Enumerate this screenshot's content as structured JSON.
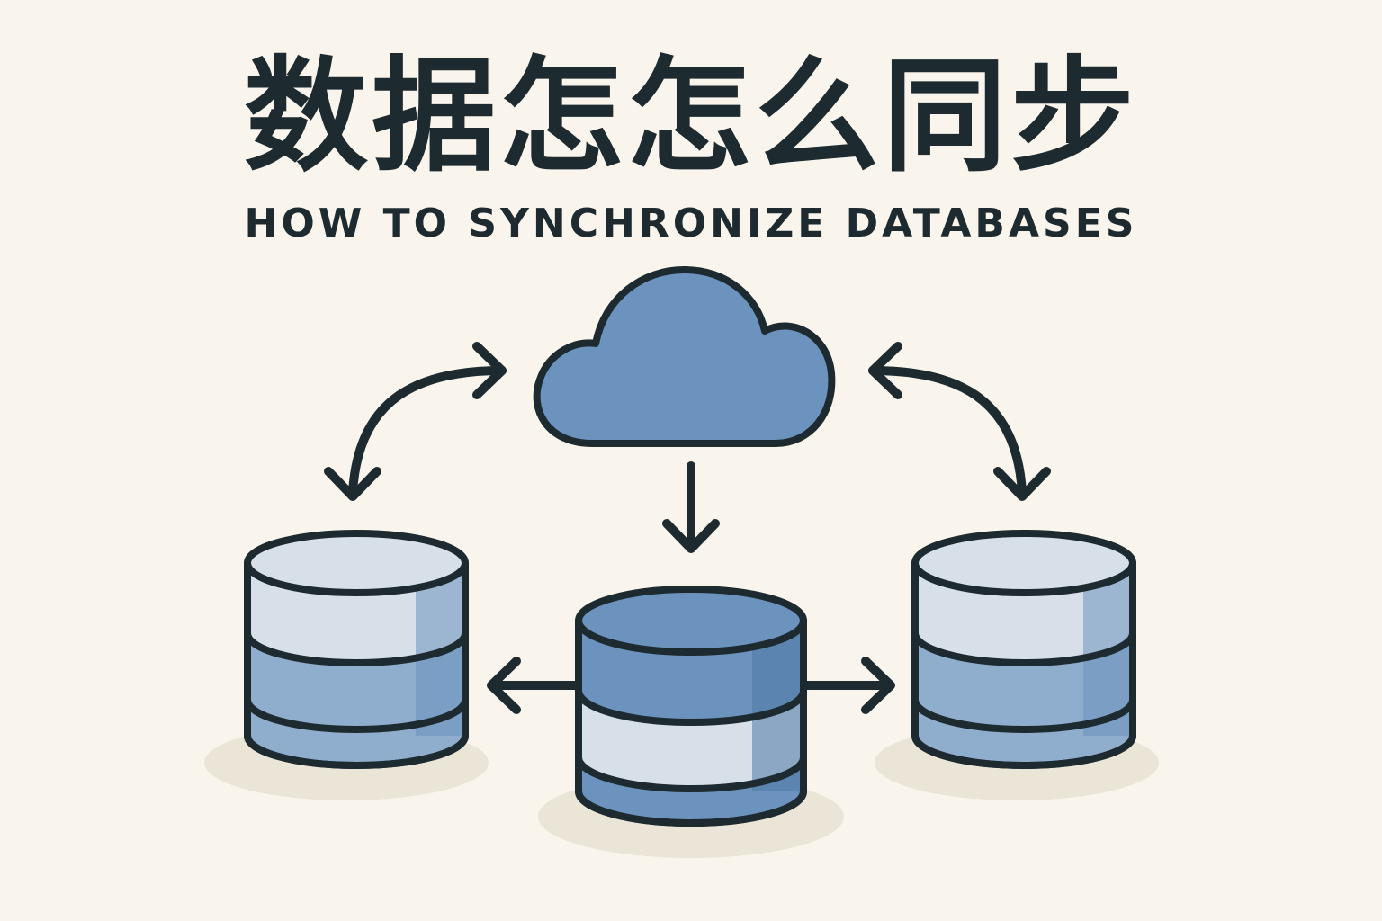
{
  "title": {
    "chinese": "数据怎怎么同步",
    "english": "HOW TO SYNCHRONIZE DATABASES"
  },
  "colors": {
    "background": "#f9f5ec",
    "ink": "#1d2a30",
    "blue": "#6b93bd",
    "blue_mid": "#8fadcc",
    "blue_dark": "#4f79a5",
    "blue_light": "#d7e0e8",
    "shadow": "#ebe5d8"
  },
  "diagram": {
    "nodes": [
      {
        "id": "cloud",
        "kind": "cloud-icon"
      },
      {
        "id": "db-left",
        "kind": "database-icon"
      },
      {
        "id": "db-center",
        "kind": "database-icon"
      },
      {
        "id": "db-right",
        "kind": "database-icon"
      }
    ],
    "connections": [
      {
        "from": "cloud",
        "to": "db-left",
        "direction": "bidirectional"
      },
      {
        "from": "cloud",
        "to": "db-right",
        "direction": "bidirectional"
      },
      {
        "from": "cloud",
        "to": "db-center",
        "direction": "one-way"
      },
      {
        "from": "db-center",
        "to": "db-left",
        "direction": "one-way"
      },
      {
        "from": "db-center",
        "to": "db-right",
        "direction": "one-way"
      }
    ]
  }
}
